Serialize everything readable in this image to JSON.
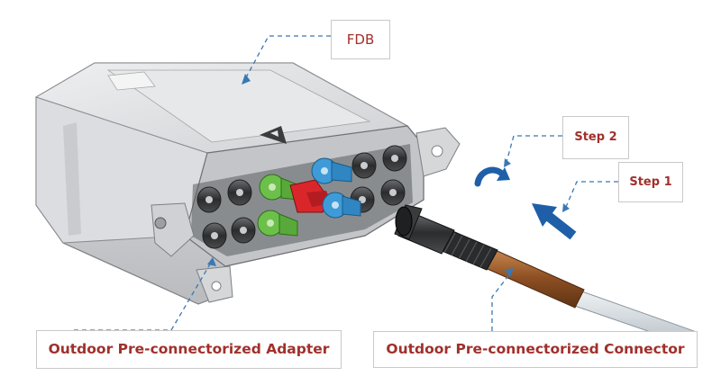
{
  "labels": {
    "fdb": "FDB",
    "step_2": "Step 2",
    "step_1": "Step 1",
    "adapter": "Outdoor Pre-connectorized Adapter",
    "connector": "Outdoor Pre-connectorized Connector"
  },
  "colors": {
    "label_text": "#a0302c",
    "callout_border": "#c9c9c9",
    "leader_line": "#3a78b5",
    "arrow_blue": "#1f5fa8",
    "adapter_green": "#6cc04a",
    "adapter_red": "#d9262b",
    "adapter_blue": "#3e9bd8",
    "cable_copper": "#9a5a2a",
    "cable_jacket": "#cfd6dc",
    "housing_gray": "#d9dadc"
  },
  "icons": [
    "rotate-arrow-icon",
    "push-arrow-icon",
    "warning-triangle-icon"
  ]
}
